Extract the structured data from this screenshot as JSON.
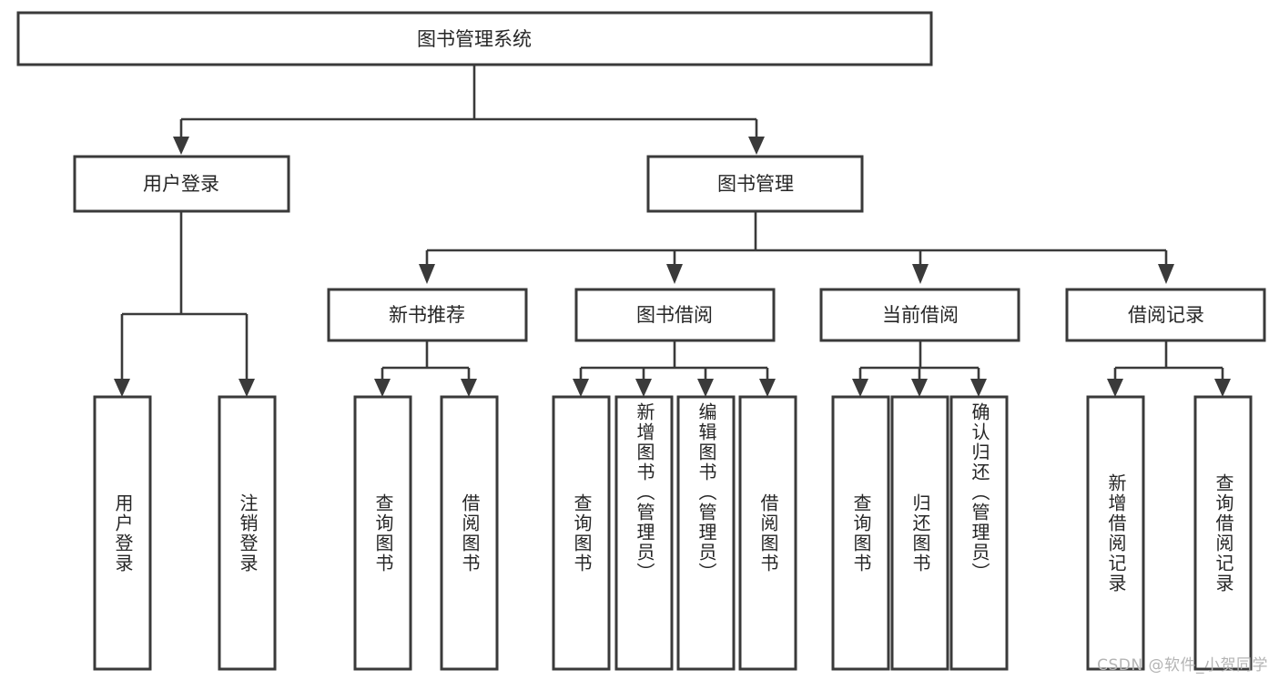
{
  "diagram": {
    "type": "tree",
    "title": "图书管理系统",
    "colors": {
      "background": "#ffffff",
      "box_stroke": "#3a3a3a",
      "box_fill": "#ffffff",
      "text": "#262626",
      "connector": "#3a3a3a",
      "watermark": "#b4b4b4"
    },
    "root": {
      "label": "图书管理系统"
    },
    "level1": [
      {
        "label": "用户登录"
      },
      {
        "label": "图书管理"
      }
    ],
    "level2": [
      {
        "label": "新书推荐"
      },
      {
        "label": "图书借阅"
      },
      {
        "label": "当前借阅"
      },
      {
        "label": "借阅记录"
      }
    ],
    "leaves": {
      "user_login": [
        {
          "label": "用户登录"
        },
        {
          "label": "注销登录"
        }
      ],
      "new_book_recommend": [
        {
          "label": "查询图书"
        },
        {
          "label": "借阅图书"
        }
      ],
      "book_borrow": [
        {
          "label": "查询图书"
        },
        {
          "label": "新增图书（管理员）"
        },
        {
          "label": "编辑图书（管理员）"
        },
        {
          "label": "借阅图书"
        }
      ],
      "current_borrow": [
        {
          "label": "查询图书"
        },
        {
          "label": "归还图书"
        },
        {
          "label": "确认归还（管理员）"
        }
      ],
      "borrow_record": [
        {
          "label": "新增借阅记录"
        },
        {
          "label": "查询借阅记录"
        }
      ]
    }
  },
  "watermark": {
    "text": "CSDN @软件_小贺同学"
  }
}
